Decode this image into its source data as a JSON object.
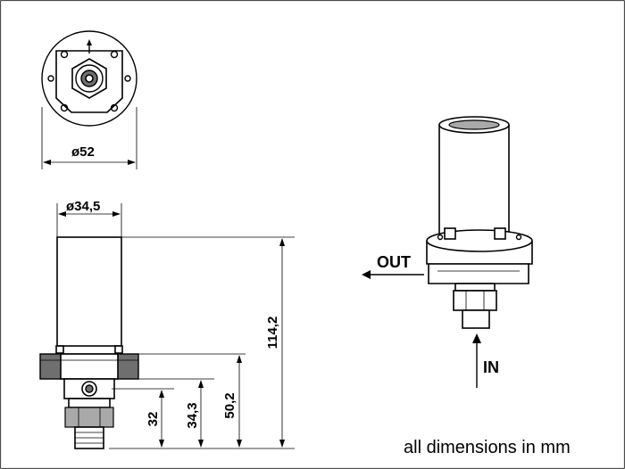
{
  "dimensions": {
    "flange_diameter": "ø52",
    "body_diameter": "ø34,5",
    "height_32": "32",
    "height_34_3": "34,3",
    "height_50_2": "50,2",
    "height_total": "114,2"
  },
  "flow": {
    "outlet_label": "OUT",
    "inlet_label": "IN"
  },
  "note": "all dimensions in mm",
  "colors": {
    "line": "#000000",
    "shade_dark": "#6f6f6f",
    "shade_mid": "#a9a9a9",
    "background": "#ffffff"
  }
}
